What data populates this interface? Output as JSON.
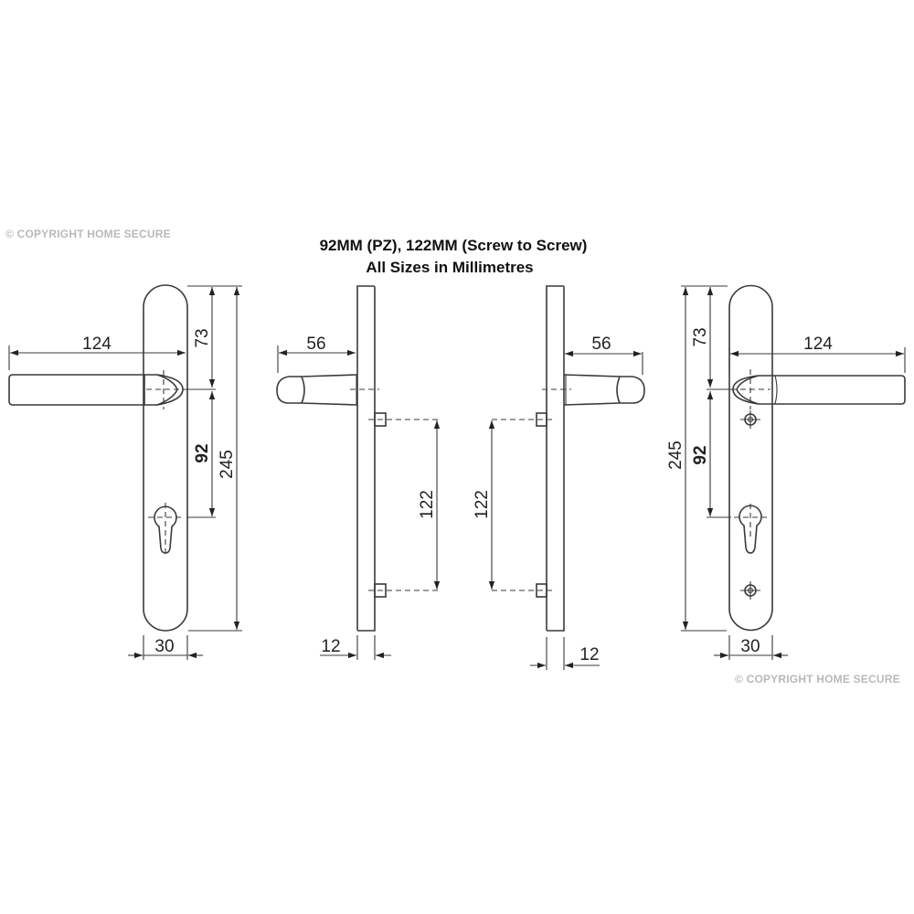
{
  "watermarks": {
    "top_left": "© COPYRIGHT HOME SECURE",
    "bottom_right": "© COPYRIGHT HOME SECURE"
  },
  "title": {
    "line1": "92MM (PZ), 122MM (Screw to Screw)",
    "line2": "All Sizes in Millimetres"
  },
  "views": {
    "left_front": {
      "lever_length": "124",
      "top_to_lever": "73",
      "lever_to_cylinder": "92",
      "plate_height": "245",
      "plate_width": "30"
    },
    "left_side": {
      "lever_projection": "56",
      "screw_to_screw": "122",
      "plate_thickness": "12"
    },
    "right_side": {
      "lever_projection": "56",
      "screw_to_screw": "122",
      "plate_thickness": "12"
    },
    "right_front": {
      "lever_length": "124",
      "top_to_lever": "73",
      "lever_to_cylinder": "92",
      "plate_height": "245",
      "plate_width": "30"
    }
  },
  "colors": {
    "line": "#3a3a3a",
    "text": "#222222",
    "watermark": "#b9b9b9"
  }
}
